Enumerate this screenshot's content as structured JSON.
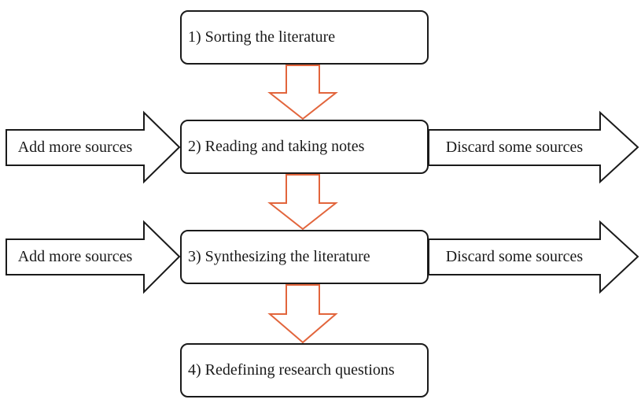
{
  "colors": {
    "accent_orange": "#E2653C",
    "line_black": "#1A1A1A",
    "shape_fill": "#FFFFFF",
    "background": "#FFFFFF",
    "text": "#1A1A1A"
  },
  "diagram": {
    "type": "flowchart",
    "steps": [
      {
        "label": "1) Sorting the literature"
      },
      {
        "label": "2) Reading and taking notes"
      },
      {
        "label": "3) Synthesizing the literature"
      },
      {
        "label": "4) Redefining research questions"
      }
    ],
    "side_arrows": [
      {
        "add": "Add more sources",
        "discard": "Discard some sources"
      },
      {
        "add": "Add more sources",
        "discard": "Discard some sources"
      }
    ]
  }
}
